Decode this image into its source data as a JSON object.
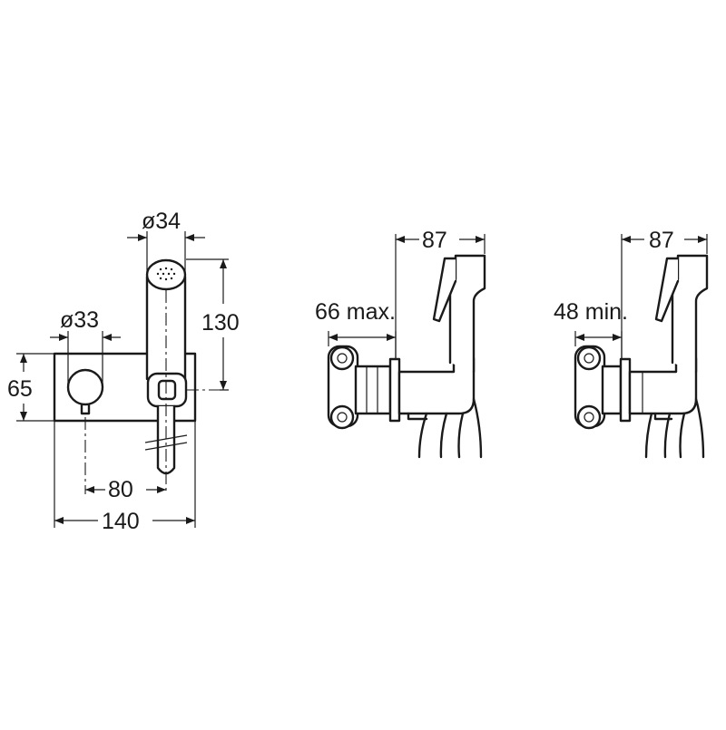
{
  "front_view": {
    "dim_head_diameter": "ø34",
    "dim_handle_diameter": "ø33",
    "dim_height": "130",
    "dim_plate_height": "65",
    "dim_axis_distance": "80",
    "dim_plate_width": "140"
  },
  "side_view_max": {
    "dim_projection": "87",
    "dim_wall_depth": "66 max."
  },
  "side_view_min": {
    "dim_projection": "87",
    "dim_wall_depth": "48 min."
  }
}
